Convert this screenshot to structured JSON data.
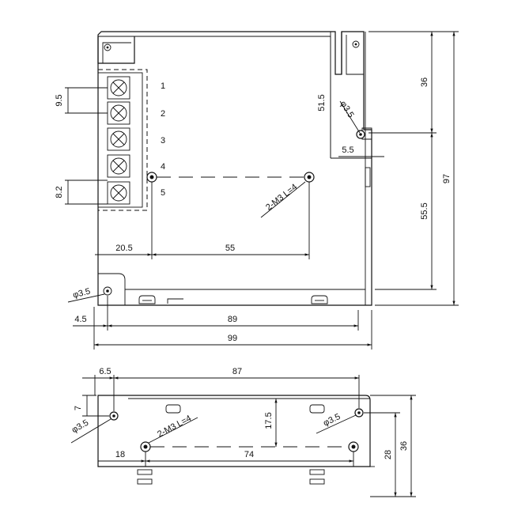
{
  "top_view": {
    "terminal_numbers": [
      "1",
      "2",
      "3",
      "4",
      "5"
    ],
    "dims": {
      "pitch": "9.5",
      "last_pitch": "8.2",
      "side_hole_drop": "51.5",
      "right_hole": "φ3.5",
      "small_offset": "5.5",
      "screw_note": "2-M3 L=4",
      "left_offset": "20.5",
      "screw_span": "55",
      "hole_dia": "φ3.5",
      "hole_offset": "4.5",
      "hole_span": "89",
      "width": "99",
      "height_upper": "36",
      "height_lower": "55.5",
      "height_total": "97"
    }
  },
  "bottom_view": {
    "dims": {
      "left_offset": "6.5",
      "hole_span": "87",
      "top_drop": "7",
      "left_hole": "φ3.5",
      "screw_note": "2-M3 L=4",
      "screw_height": "17.5",
      "right_hole": "φ3.5",
      "screw_left": "18",
      "screw_span": "74",
      "right_height": "28",
      "height_total": "36"
    }
  }
}
